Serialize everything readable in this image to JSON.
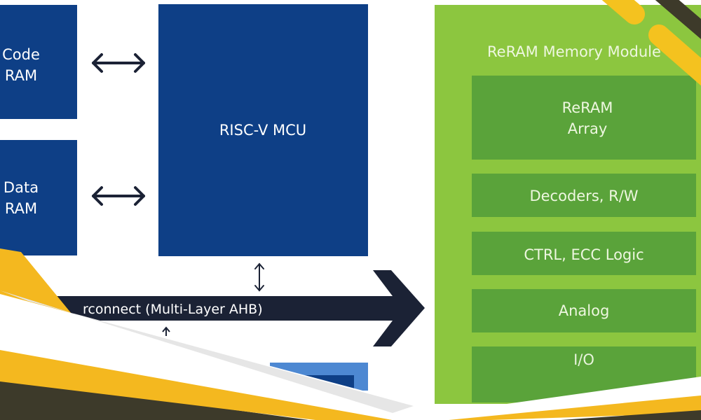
{
  "blocks": {
    "code_ram": [
      "Code",
      "RAM"
    ],
    "data_ram": [
      "Data",
      "RAM"
    ],
    "mcu": "RISC-V MCU",
    "bus": "rconnect (Multi-Layer AHB)",
    "reram_module": {
      "title": "ReRAM Memory Module",
      "array": [
        "ReRAM",
        "Array"
      ],
      "decoders": "Decoders, R/W",
      "ctrl": "CTRL, ECC Logic",
      "analog": "Analog",
      "io": "I/O"
    }
  },
  "colors": {
    "navy_block": "#0e3f86",
    "bus_dark": "#1b2235",
    "green_outer": "#8cc63f",
    "green_inner": "#5aa33a",
    "yellow_stripe": "#f4b81f",
    "dark_stripe": "#3d3a2a"
  }
}
